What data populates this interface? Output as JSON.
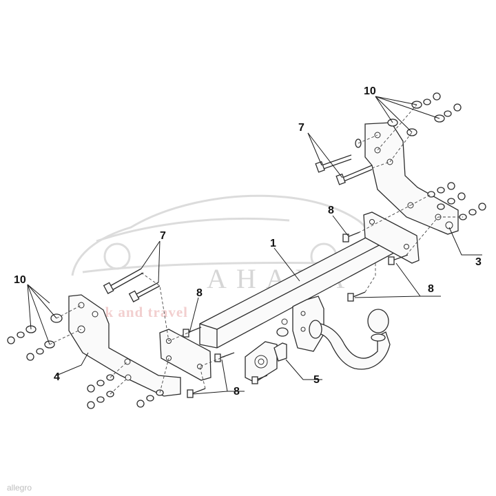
{
  "watermark": {
    "brand": "AHAKA",
    "tagline": "pack and travel",
    "corner": "allegro"
  },
  "callouts": {
    "c10_top": "10",
    "c7_top": "7",
    "c8_upper": "8",
    "c7_mid": "7",
    "c1": "1",
    "c3": "3",
    "c10_left": "10",
    "c8_left": "8",
    "c8_right": "8",
    "c4": "4",
    "c5": "5",
    "c8_bottom": "8"
  }
}
